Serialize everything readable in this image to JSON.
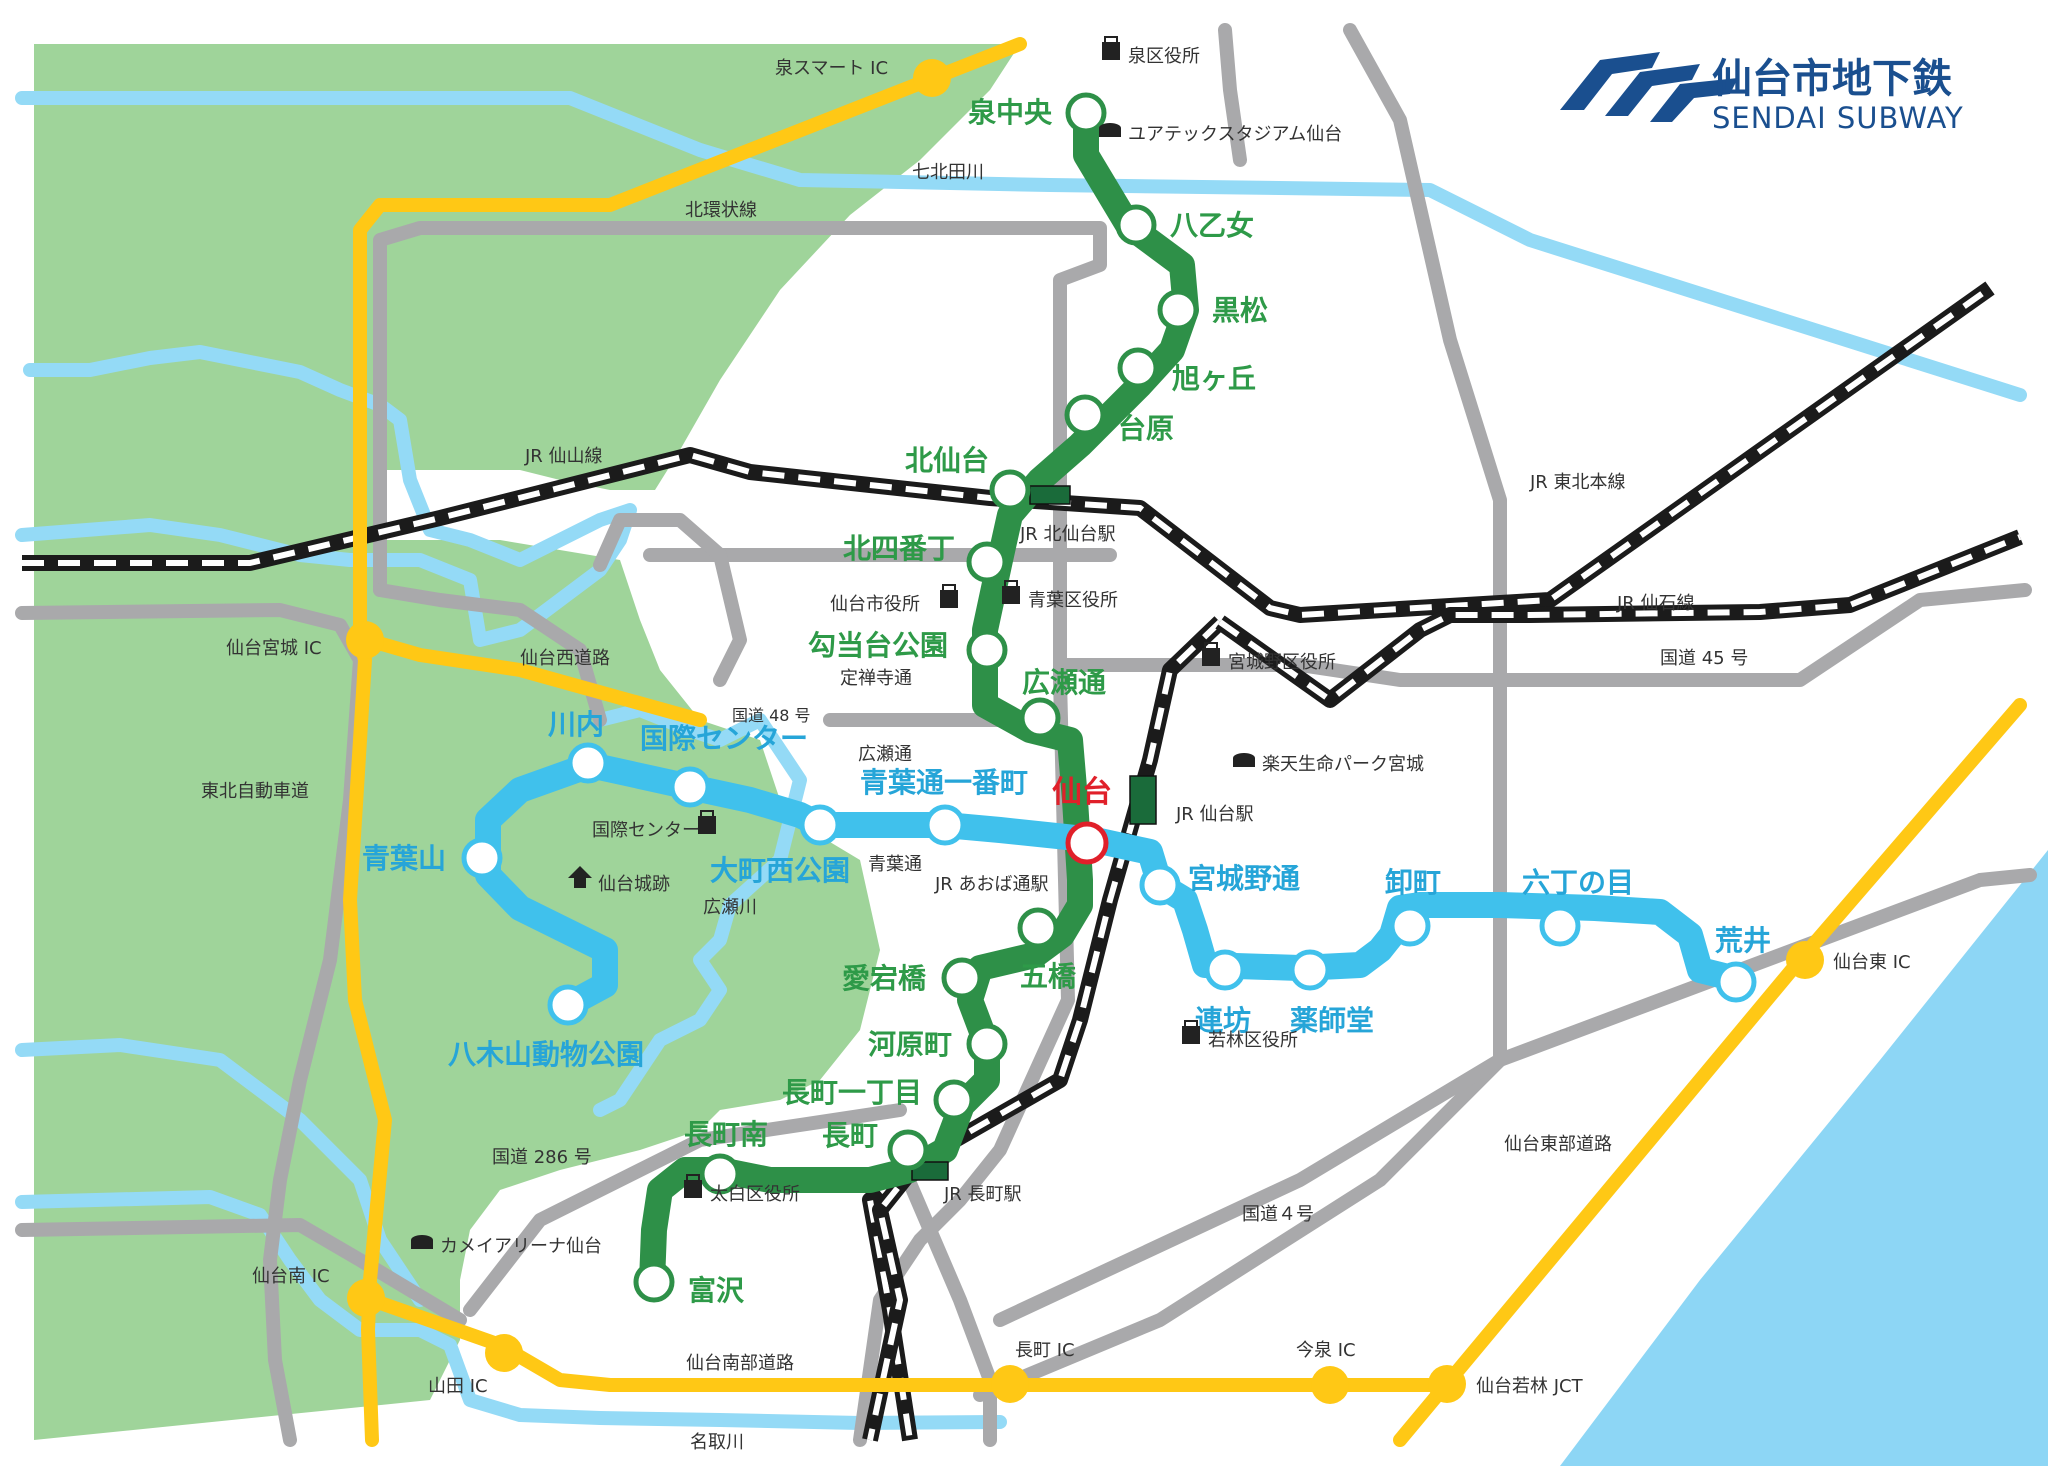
{
  "logo": {
    "title_ja": "仙台市地下鉄",
    "title_en": "SENDAI SUBWAY"
  },
  "colors": {
    "namboku_line": "#2e9048",
    "tozai_line": "#40c1ec",
    "expressway": "#ffc815",
    "road": "#a9a9ab",
    "river": "#94daf6",
    "green_area": "#9fd49a",
    "sea": "#8dd6f5",
    "jr_rail": "#1b1b1b",
    "central_station": "#e0202a"
  },
  "namboku_stations": [
    {
      "id": "izumi-chuo",
      "name": "泉中央"
    },
    {
      "id": "yaotome",
      "name": "八乙女"
    },
    {
      "id": "kuromatsu",
      "name": "黒松"
    },
    {
      "id": "asahigaoka",
      "name": "旭ヶ丘"
    },
    {
      "id": "dainohara",
      "name": "台原"
    },
    {
      "id": "kita-sendai",
      "name": "北仙台"
    },
    {
      "id": "kita-yonbancho",
      "name": "北四番丁"
    },
    {
      "id": "kotodai-koen",
      "name": "勾当台公園"
    },
    {
      "id": "hirose-dori",
      "name": "広瀬通"
    },
    {
      "id": "itsutsubashi",
      "name": "五橋"
    },
    {
      "id": "atagobashi",
      "name": "愛宕橋"
    },
    {
      "id": "kawaramachi",
      "name": "河原町"
    },
    {
      "id": "nagamachi-itchome",
      "name": "長町一丁目"
    },
    {
      "id": "nagamachi",
      "name": "長町"
    },
    {
      "id": "nagamachi-minami",
      "name": "長町南"
    },
    {
      "id": "tomizawa",
      "name": "富沢"
    }
  ],
  "tozai_stations": [
    {
      "id": "yagiyama-zoo",
      "name": "八木山動物公園"
    },
    {
      "id": "aobayama",
      "name": "青葉山"
    },
    {
      "id": "kawauchi",
      "name": "川内"
    },
    {
      "id": "kokusai-center",
      "name": "国際センター"
    },
    {
      "id": "omachi-nishi-koen",
      "name": "大町西公園"
    },
    {
      "id": "aoba-dori-ichibancho",
      "name": "青葉通一番町"
    },
    {
      "id": "miyagino-dori",
      "name": "宮城野通"
    },
    {
      "id": "rembo",
      "name": "連坊"
    },
    {
      "id": "yakushido",
      "name": "薬師堂"
    },
    {
      "id": "oroshimachi",
      "name": "卸町"
    },
    {
      "id": "rokuchonome",
      "name": "六丁の目"
    },
    {
      "id": "arai",
      "name": "荒井"
    }
  ],
  "central_station": {
    "name": "仙台"
  },
  "interchanges": [
    "泉スマート IC",
    "仙台宮城 IC",
    "仙台南 IC",
    "山田 IC",
    "長町 IC",
    "今泉 IC",
    "仙台若林 JCT",
    "仙台東 IC"
  ],
  "landmarks": [
    {
      "id": "izumi-ward-office",
      "name": "泉区役所",
      "icon": "building-icon"
    },
    {
      "id": "yurtec-stadium",
      "name": "ユアテックスタジアム仙台",
      "icon": "stadium-icon"
    },
    {
      "id": "city-hall",
      "name": "仙台市役所",
      "icon": "building-icon"
    },
    {
      "id": "aoba-ward-office",
      "name": "青葉区役所",
      "icon": "building-icon"
    },
    {
      "id": "miyagino-ward-office",
      "name": "宮城野区役所",
      "icon": "building-icon"
    },
    {
      "id": "rakuten-park",
      "name": "楽天生命パーク宮城",
      "icon": "stadium-icon"
    },
    {
      "id": "kokusai-center-bldg",
      "name": "国際センター",
      "icon": "building-icon"
    },
    {
      "id": "sendai-castle",
      "name": "仙台城跡",
      "icon": "castle-icon"
    },
    {
      "id": "wakabayashi-ward-office",
      "name": "若林区役所",
      "icon": "building-icon"
    },
    {
      "id": "taihaku-ward-office",
      "name": "太白区役所",
      "icon": "building-icon"
    },
    {
      "id": "kamei-arena",
      "name": "カメイアリーナ仙台",
      "icon": "stadium-icon"
    }
  ],
  "labels": {
    "nanakita_river": "七北田川",
    "kita_kanjo": "北環状線",
    "jr_senzan": "JR 仙山線",
    "jr_tohoku": "JR 東北本線",
    "jr_kitasendai_sta": "JR 北仙台駅",
    "jr_senseki": "JR 仙石線",
    "route45": "国道 45 号",
    "sendai_nishi": "仙台西道路",
    "jozenji": "定禅寺通",
    "route48": "国道 48 号",
    "hirose_dori_road": "広瀬通",
    "tohoku_expwy": "東北自動車道",
    "jr_sendai_sta": "JR 仙台駅",
    "aoba_dori_road": "青葉通",
    "jr_aoba_dori_sta": "JR あおば通駅",
    "hirose_river": "広瀬川",
    "route286": "国道 286 号",
    "jr_nagamachi_sta": "JR 長町駅",
    "route4": "国道４号",
    "sendai_tobu": "仙台東部道路",
    "sendai_nanbu": "仙台南部道路",
    "natori_river": "名取川"
  }
}
